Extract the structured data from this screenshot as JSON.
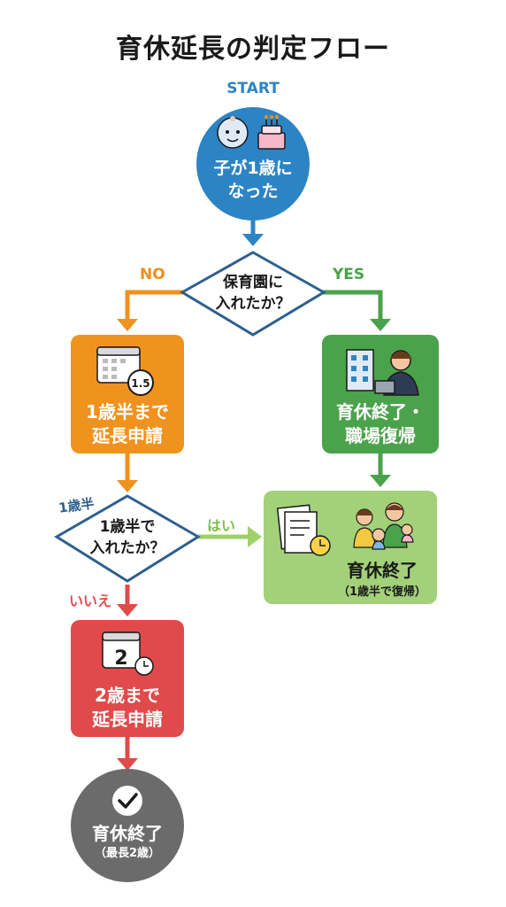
{
  "title": "育休延長の判定フロー",
  "labels": {
    "start": "START",
    "no": "NO",
    "yes": "YES",
    "age_1_5": "1歳半",
    "hai": "はい",
    "iie": "いいえ"
  },
  "nodes": {
    "start_circle": {
      "line1": "子が1歳に",
      "line2": "なった"
    },
    "decision_1": {
      "line1": "保育園に",
      "line2": "入れたか？"
    },
    "extend_1_5": {
      "line1": "1歳半まで",
      "line2": "延長申請",
      "icon_text": "1.5"
    },
    "return_work": {
      "line1": "育休終了・",
      "line2": "職場復帰"
    },
    "decision_2": {
      "line1": "1歳半で",
      "line2": "入れたか？"
    },
    "end_1_5": {
      "line1": "育休終了",
      "line2": "（1歳半で復帰）"
    },
    "extend_2": {
      "line1": "2歳まで",
      "line2": "延長申請",
      "icon_text": "2"
    },
    "end_2": {
      "line1": "育休終了",
      "line2": "（最長2歳）"
    }
  },
  "colors": {
    "blue": "#2d84c4",
    "orange": "#f0921e",
    "green": "#4aa24a",
    "light_green": "#9fd16b",
    "red": "#e04a4a",
    "gray": "#6b6b6b",
    "navy": "#2e5f8f"
  },
  "icons": [
    "baby-icon",
    "birthday-cake-icon",
    "calendar-icon",
    "office-building-icon",
    "office-worker-icon",
    "document-icon",
    "clock-icon",
    "family-icon",
    "checkmark-icon"
  ]
}
